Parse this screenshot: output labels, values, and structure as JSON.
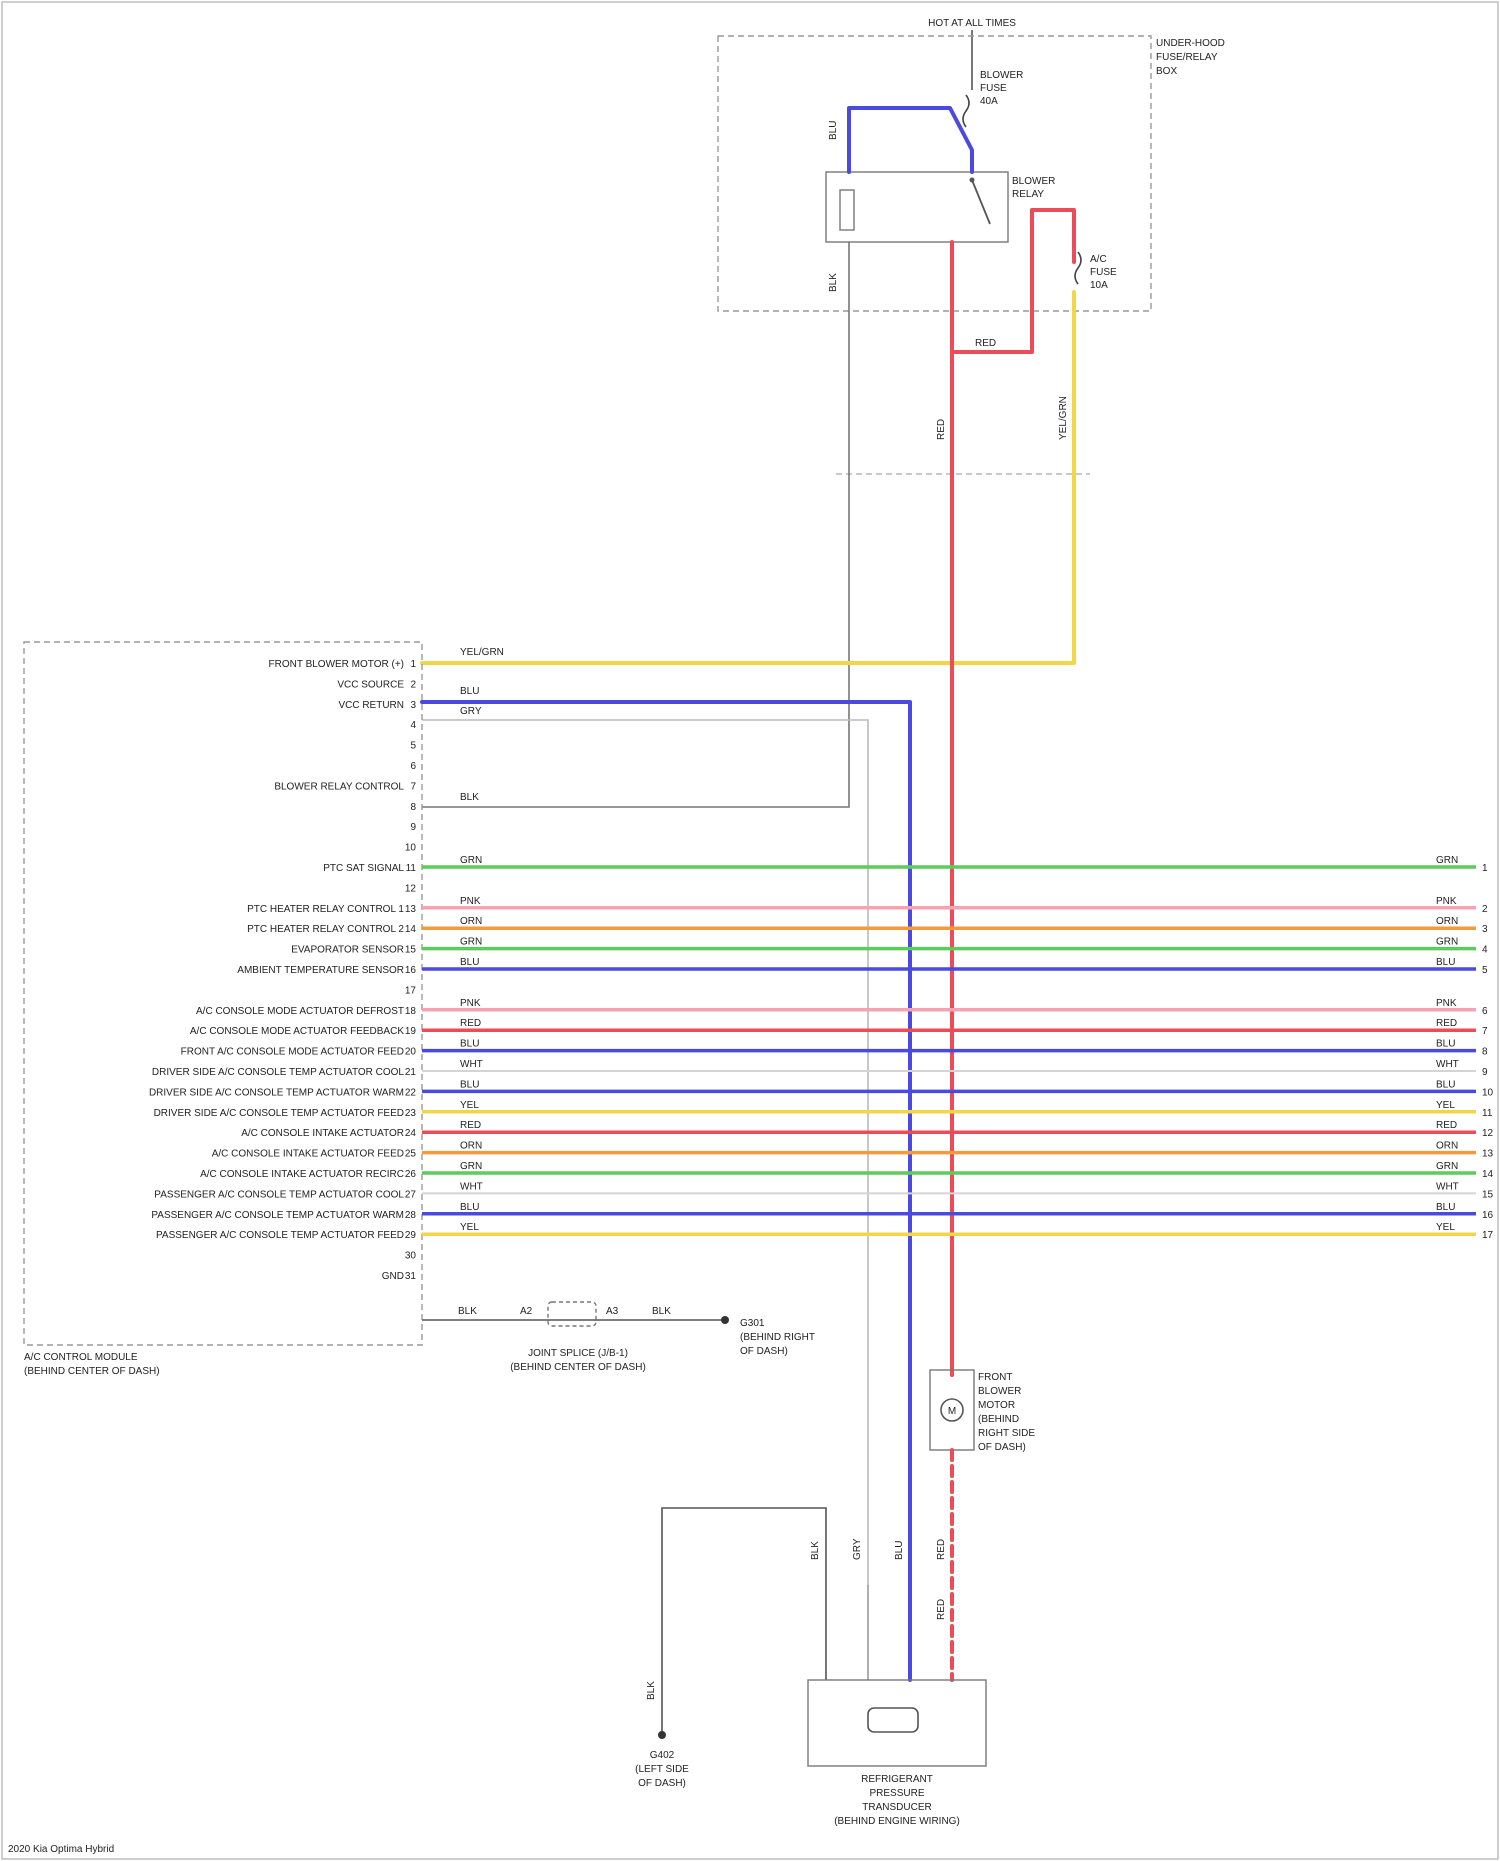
{
  "source": {
    "label": "HOT AT ALL TIMES"
  },
  "fuse_relay_box": {
    "title_lines": [
      "UNDER-HOOD",
      "FUSE/RELAY",
      "BOX"
    ],
    "blower_fuse": [
      "BLOWER",
      "FUSE",
      "40A"
    ],
    "blower_relay": [
      "BLOWER",
      "RELAY"
    ],
    "ac_fuse": [
      "A/C",
      "FUSE",
      "10A"
    ]
  },
  "wire_colors": {
    "BLU": "#4a4ae0",
    "RED": "#ec4b58",
    "YEL": "#f2d64a",
    "GRN": "#5ccc5c",
    "ORN": "#f29b3c",
    "PNK": "#f5a3b3",
    "GRY": "#8c8c8c",
    "WHT": "#d4d4d4",
    "BLK": "#555555"
  },
  "wire_labels": {
    "blu_top": "BLU",
    "blk_top": "BLK",
    "red_top": "RED",
    "red_mid": "RED",
    "red_bottom": "RED",
    "yel_vertical": "YEL/GRN",
    "yel_horizontal": "YEL/GRN",
    "blu_h": "BLU",
    "gry_h": "GRY",
    "blk_h": "BLK"
  },
  "ac_module": {
    "title_lines": [
      "A/C CONTROL MODULE",
      "(BEHIND CENTER OF DASH)"
    ],
    "pins": [
      {
        "n": "1",
        "label": "FRONT BLOWER MOTOR (+)"
      },
      {
        "n": "2",
        "label": "VCC SOURCE"
      },
      {
        "n": "3",
        "label": "VCC RETURN"
      },
      {
        "n": "4",
        "label": ""
      },
      {
        "n": "5",
        "label": ""
      },
      {
        "n": "6",
        "label": ""
      },
      {
        "n": "7",
        "label": "BLOWER RELAY CONTROL"
      },
      {
        "n": "8",
        "label": ""
      },
      {
        "n": "9",
        "label": ""
      },
      {
        "n": "10",
        "label": ""
      },
      {
        "n": "11",
        "label": "PTC SAT SIGNAL"
      },
      {
        "n": "12",
        "label": ""
      },
      {
        "n": "13",
        "label": "PTC HEATER RELAY CONTROL 1"
      },
      {
        "n": "14",
        "label": "PTC HEATER RELAY CONTROL 2"
      },
      {
        "n": "15",
        "label": "EVAPORATOR SENSOR"
      },
      {
        "n": "16",
        "label": "AMBIENT TEMPERATURE SENSOR"
      },
      {
        "n": "17",
        "label": ""
      },
      {
        "n": "18",
        "label": "A/C CONSOLE MODE ACTUATOR DEFROST"
      },
      {
        "n": "19",
        "label": "A/C CONSOLE MODE ACTUATOR FEEDBACK"
      },
      {
        "n": "20",
        "label": "FRONT A/C CONSOLE MODE ACTUATOR FEED"
      },
      {
        "n": "21",
        "label": "DRIVER SIDE A/C CONSOLE TEMP ACTUATOR COOL"
      },
      {
        "n": "22",
        "label": "DRIVER SIDE A/C CONSOLE TEMP ACTUATOR WARM"
      },
      {
        "n": "23",
        "label": "DRIVER SIDE A/C CONSOLE TEMP ACTUATOR FEED"
      },
      {
        "n": "24",
        "label": "A/C CONSOLE INTAKE ACTUATOR"
      },
      {
        "n": "25",
        "label": "A/C CONSOLE INTAKE ACTUATOR FEED"
      },
      {
        "n": "26",
        "label": "A/C CONSOLE INTAKE ACTUATOR RECIRC"
      },
      {
        "n": "27",
        "label": "PASSENGER A/C CONSOLE TEMP ACTUATOR COOL"
      },
      {
        "n": "28",
        "label": "PASSENGER A/C CONSOLE TEMP ACTUATOR WARM"
      },
      {
        "n": "29",
        "label": "PASSENGER A/C CONSOLE TEMP ACTUATOR FEED"
      },
      {
        "n": "30",
        "label": ""
      },
      {
        "n": "31",
        "label": "GND"
      }
    ]
  },
  "harness": {
    "rows": [
      {
        "pin": "11",
        "color": "GRN",
        "left": "GRN",
        "right": "GRN",
        "rpin": "1"
      },
      {
        "pin": "13",
        "color": "PNK",
        "left": "PNK",
        "right": "PNK",
        "rpin": "2"
      },
      {
        "pin": "14",
        "color": "ORN",
        "left": "ORN",
        "right": "ORN",
        "rpin": "3"
      },
      {
        "pin": "15",
        "color": "GRN",
        "left": "GRN",
        "right": "GRN",
        "rpin": "4"
      },
      {
        "pin": "16",
        "color": "BLU",
        "left": "BLU",
        "right": "BLU",
        "rpin": "5"
      },
      {
        "pin": "18",
        "color": "PNK",
        "left": "PNK",
        "right": "PNK",
        "rpin": "6"
      },
      {
        "pin": "19",
        "color": "RED",
        "left": "RED",
        "right": "RED",
        "rpin": "7"
      },
      {
        "pin": "20",
        "color": "BLU",
        "left": "BLU",
        "right": "BLU",
        "rpin": "8"
      },
      {
        "pin": "21",
        "color": "WHT",
        "left": "WHT",
        "right": "WHT",
        "rpin": "9"
      },
      {
        "pin": "22",
        "color": "BLU",
        "left": "BLU",
        "right": "BLU",
        "rpin": "10"
      },
      {
        "pin": "23",
        "color": "YEL",
        "left": "YEL",
        "right": "YEL",
        "rpin": "11"
      },
      {
        "pin": "24",
        "color": "RED",
        "left": "RED",
        "right": "RED",
        "rpin": "12"
      },
      {
        "pin": "25",
        "color": "ORN",
        "left": "ORN",
        "right": "ORN",
        "rpin": "13"
      },
      {
        "pin": "26",
        "color": "GRN",
        "left": "GRN",
        "right": "GRN",
        "rpin": "14"
      },
      {
        "pin": "27",
        "color": "WHT",
        "left": "WHT",
        "right": "WHT",
        "rpin": "15"
      },
      {
        "pin": "28",
        "color": "BLU",
        "left": "BLU",
        "right": "BLU",
        "rpin": "16"
      },
      {
        "pin": "29",
        "color": "YEL",
        "left": "YEL",
        "right": "YEL",
        "rpin": "17"
      }
    ]
  },
  "jumper": {
    "title_lines": [
      "JOINT SPLICE (J/B-1)",
      "(BEHIND CENTER OF DASH)"
    ],
    "labels": [
      "BLK",
      "A2",
      "A3",
      "BLK"
    ]
  },
  "ground_right": {
    "lines": [
      "G301",
      "(BEHIND RIGHT",
      "OF DASH)"
    ]
  },
  "blower_motor": {
    "lines": [
      "FRONT",
      "BLOWER",
      "MOTOR",
      "(BEHIND",
      "RIGHT SIDE",
      "OF DASH)"
    ]
  },
  "transducer": {
    "lines": [
      "REFRIGERANT",
      "PRESSURE",
      "TRANSDUCER"
    ],
    "sub": "(BEHIND ENGINE WIRING)",
    "pin_labels": [
      "BLK",
      "GRY",
      "BLU",
      "RED"
    ]
  },
  "ground_bottom": {
    "lines": [
      "G402",
      "(LEFT SIDE",
      "OF DASH)"
    ],
    "wire": "BLK"
  },
  "footer": "2020 Kia Optima Hybrid"
}
